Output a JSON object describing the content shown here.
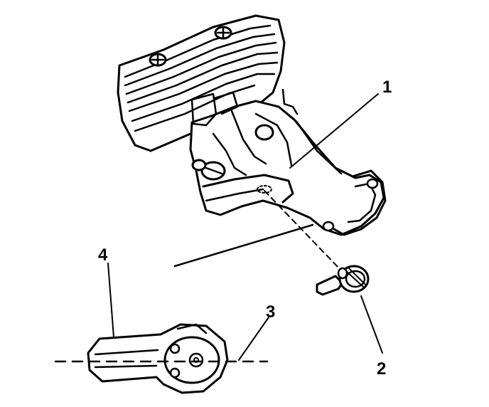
{
  "figure": {
    "colors": {
      "ink": "#000000",
      "background": "#ffffff"
    },
    "callouts": [
      {
        "number": "1"
      },
      {
        "number": "2"
      },
      {
        "number": "3"
      },
      {
        "number": "4"
      }
    ]
  }
}
